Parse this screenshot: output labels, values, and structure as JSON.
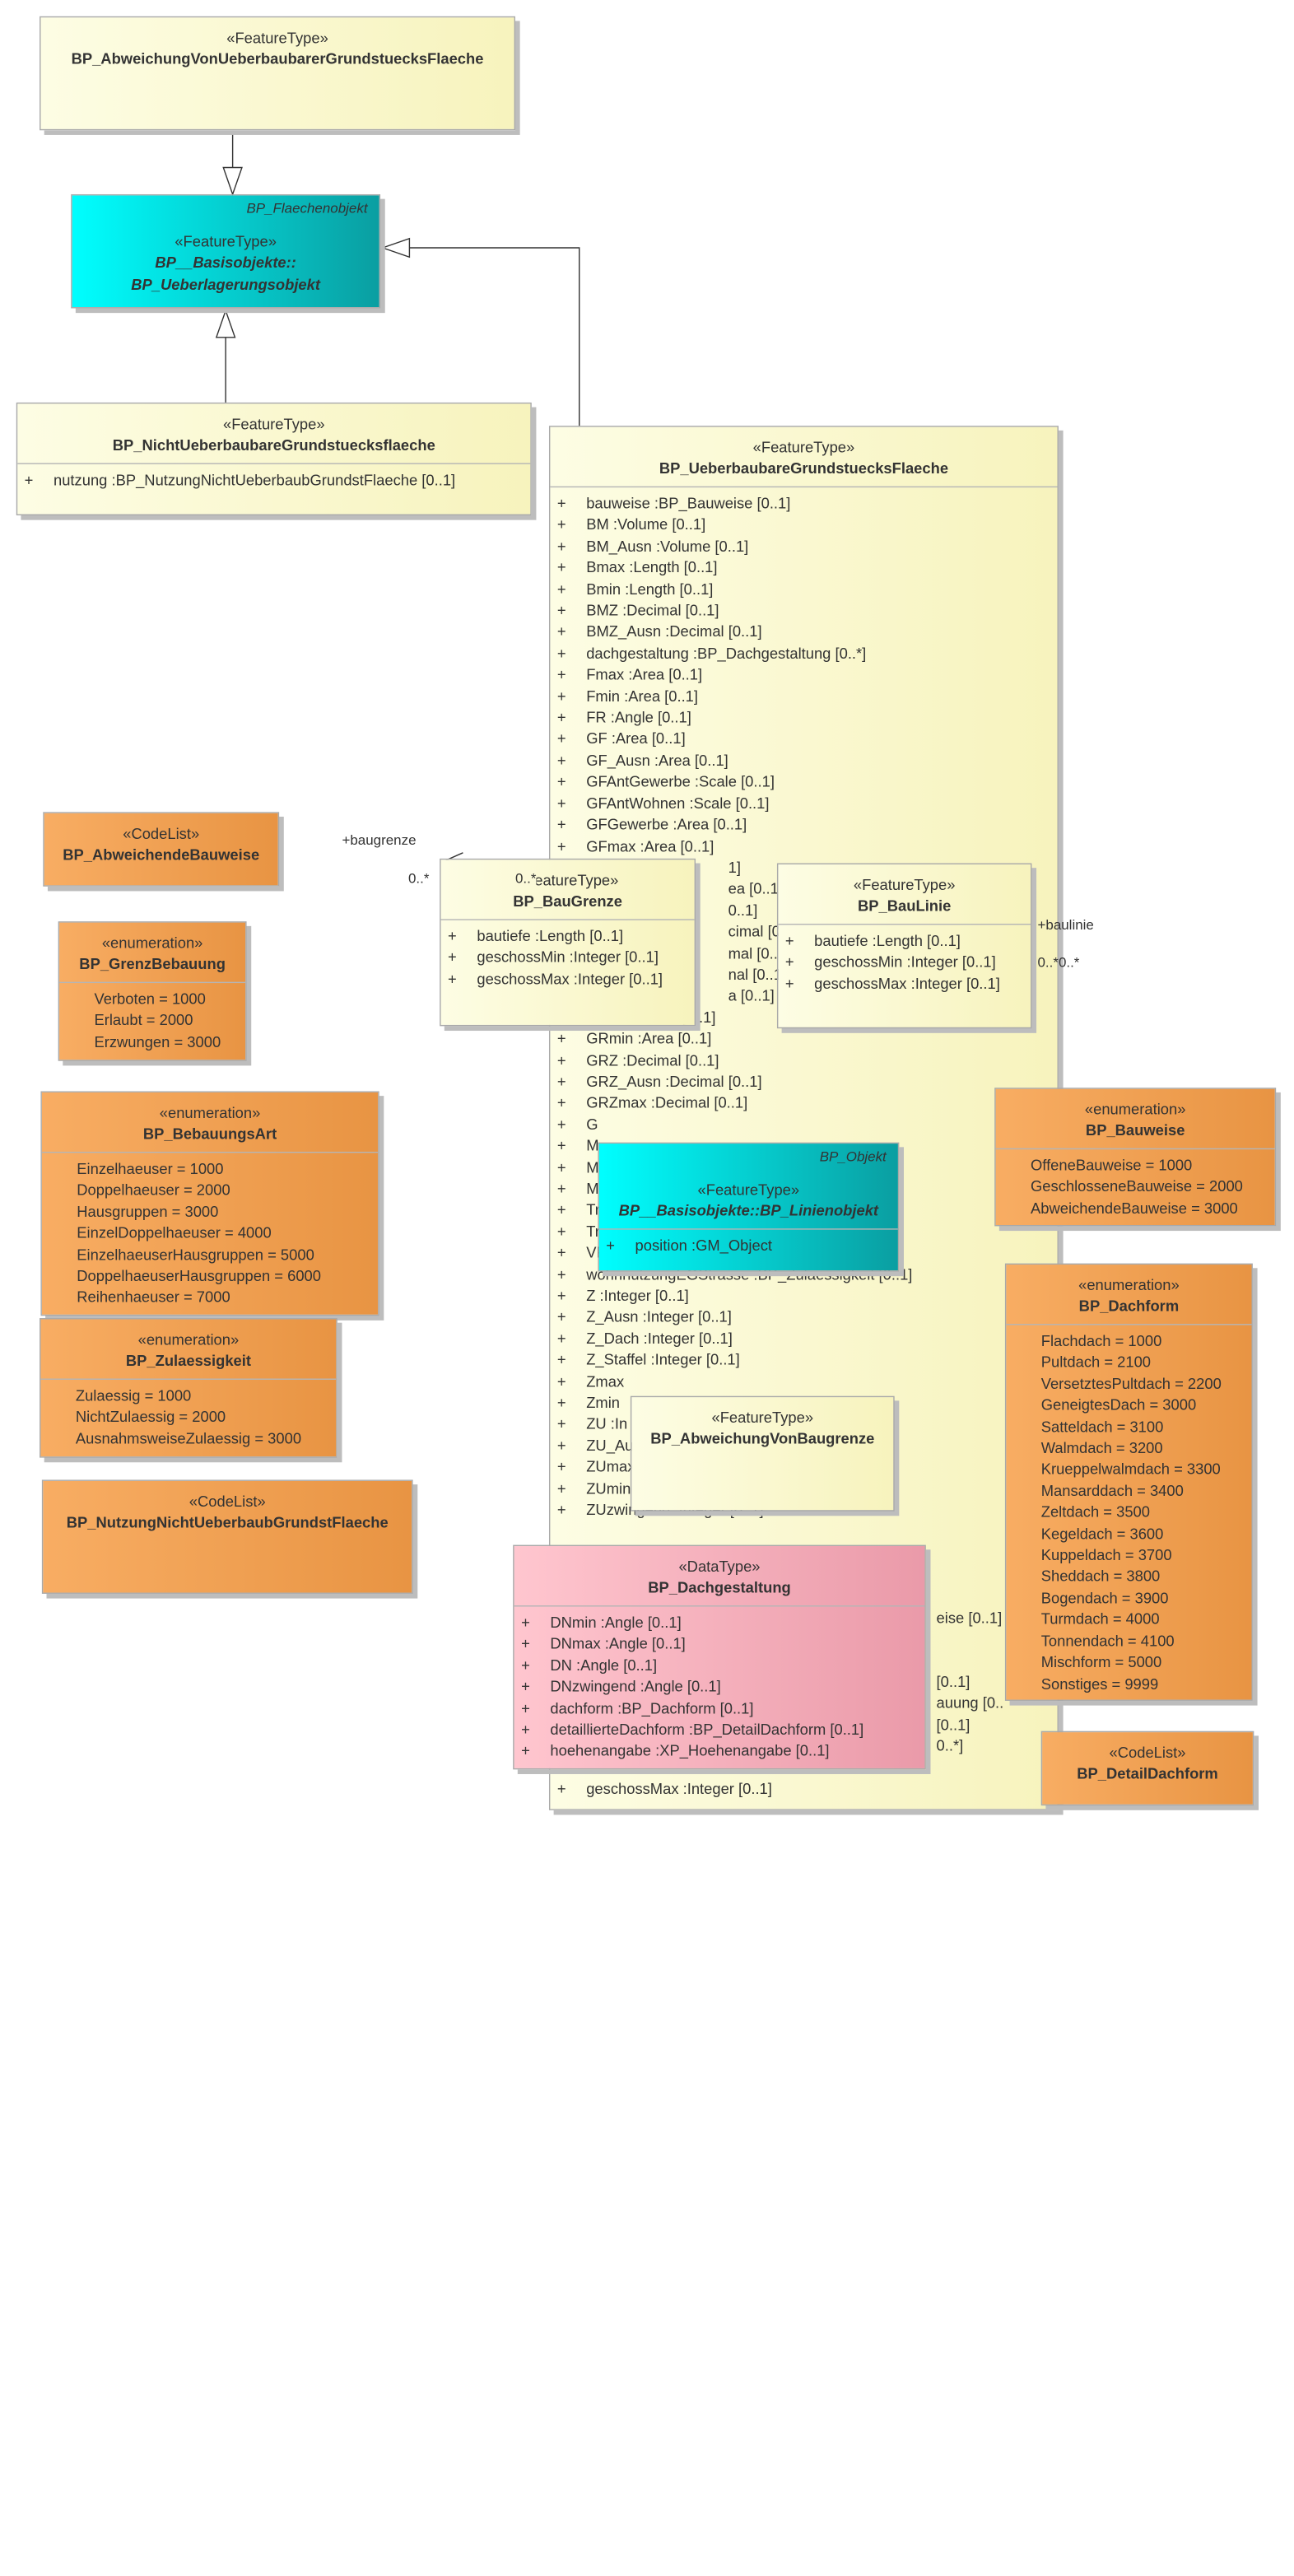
{
  "classes": {
    "abweichung_ueberbaubar": {
      "stereotype": "«FeatureType»",
      "name": "BP_AbweichungVonUeberbaubarerGrundstuecksFlaeche"
    },
    "ueberlagerungsobjekt": {
      "parent": "BP_Flaechenobjekt",
      "stereotype": "«FeatureType»",
      "name_line1": "BP__Basisobjekte::",
      "name_line2": "BP_Ueberlagerungsobjekt"
    },
    "nicht_ueberbaubar": {
      "stereotype": "«FeatureType»",
      "name": "BP_NichtUeberbaubareGrundstuecksflaeche",
      "attributes": [
        {
          "vis": "+",
          "text": "nutzung  :BP_NutzungNichtUeberbaubGrundstFlaeche [0..1]"
        }
      ]
    },
    "ueberbaubar": {
      "stereotype": "«FeatureType»",
      "name": "BP_UeberbaubareGrundstuecksFlaeche",
      "attributes": [
        {
          "vis": "+",
          "text": "bauweise  :BP_Bauweise [0..1]"
        },
        {
          "vis": "+",
          "text": "BM  :Volume [0..1]"
        },
        {
          "vis": "+",
          "text": "BM_Ausn  :Volume [0..1]"
        },
        {
          "vis": "+",
          "text": "Bmax  :Length [0..1]"
        },
        {
          "vis": "+",
          "text": "Bmin  :Length [0..1]"
        },
        {
          "vis": "+",
          "text": "BMZ  :Decimal [0..1]"
        },
        {
          "vis": "+",
          "text": "BMZ_Ausn  :Decimal [0..1]"
        },
        {
          "vis": "+",
          "text": "dachgestaltung  :BP_Dachgestaltung [0..*]"
        },
        {
          "vis": "+",
          "text": "Fmax  :Area [0..1]"
        },
        {
          "vis": "+",
          "text": "Fmin  :Area [0..1]"
        },
        {
          "vis": "+",
          "text": "FR  :Angle [0..1]"
        },
        {
          "vis": "+",
          "text": "GF  :Area [0..1]"
        },
        {
          "vis": "+",
          "text": "GF_Ausn  :Area [0..1]"
        },
        {
          "vis": "+",
          "text": "GFAntGewerbe  :Scale [0..1]"
        },
        {
          "vis": "+",
          "text": "GFAntWohnen  :Scale [0..1]"
        },
        {
          "vis": "+",
          "text": "GFGewerbe  :Area [0..1]"
        },
        {
          "vis": "+",
          "text": "GFmax  :Area [0..1]"
        },
        {
          "vis": "",
          "text": "1]"
        },
        {
          "vis": "",
          "text": "ea [0..1]"
        },
        {
          "vis": "",
          "text": "0..1]"
        },
        {
          "vis": "",
          "text": "cimal [0..1]"
        },
        {
          "vis": "",
          "text": "mal [0..1]"
        },
        {
          "vis": "",
          "text": "nal [0..1]"
        },
        {
          "vis": "",
          "text": ""
        },
        {
          "vis": "",
          "text": "a [0..1]"
        },
        {
          "vis": "+",
          "text": "GRmax  :Area [0..1]"
        },
        {
          "vis": "+",
          "text": "GRmin  :Area [0..1]"
        },
        {
          "vis": "+",
          "text": "GRZ  :Decimal [0..1]"
        },
        {
          "vis": "+",
          "text": "GRZ_Ausn  :Decimal [0..1]"
        },
        {
          "vis": "+",
          "text": "GRZmax  :Decimal [0..1]"
        },
        {
          "vis": "+",
          "text": "G"
        },
        {
          "vis": "+",
          "text": "M"
        },
        {
          "vis": "+",
          "text": "M"
        },
        {
          "vis": "+",
          "text": "M"
        },
        {
          "vis": "+",
          "text": "Tr"
        },
        {
          "vis": "+",
          "text": "Tr"
        },
        {
          "vis": "+",
          "text": "VF  :Area [0..1]"
        },
        {
          "vis": "+",
          "text": "wohnnutzungEGStrasse  :BP_Zulaessigkeit [0..1]"
        },
        {
          "vis": "+",
          "text": "Z  :Integer [0..1]"
        },
        {
          "vis": "+",
          "text": "Z_Ausn  :Integer [0..1]"
        },
        {
          "vis": "+",
          "text": "Z_Dach  :Integer [0..1]"
        },
        {
          "vis": "+",
          "text": "Z_Staffel  :Integer [0..1]"
        },
        {
          "vis": "+",
          "text": "Zmax"
        },
        {
          "vis": "+",
          "text": "Zmin"
        },
        {
          "vis": "+",
          "text": "ZU  :In"
        },
        {
          "vis": "+",
          "text": "ZU_Au"
        },
        {
          "vis": "+",
          "text": "ZUmax"
        },
        {
          "vis": "+",
          "text": "ZUmin"
        },
        {
          "vis": "+",
          "text": "ZUzwingend  :Integer [0..1]"
        }
      ],
      "tail_fragments": [
        "eise [0..1]",
        "[0..1]",
        "auung [0..",
        "[0..1]",
        "0..*]"
      ],
      "last_attribute": {
        "vis": "+",
        "text": "geschossMax  :Integer [0..1]"
      }
    },
    "abweichende_bauweise": {
      "stereotype": "«CodeList»",
      "name": "BP_AbweichendeBauweise"
    },
    "grenzbebauung": {
      "stereotype": "«enumeration»",
      "name": "BP_GrenzBebauung",
      "literals": [
        "Verboten = 1000",
        "Erlaubt = 2000",
        "Erzwungen = 3000"
      ]
    },
    "bebauungsart": {
      "stereotype": "«enumeration»",
      "name": "BP_BebauungsArt",
      "literals": [
        "Einzelhaeuser = 1000",
        "Doppelhaeuser = 2000",
        "Hausgruppen = 3000",
        "EinzelDoppelhaeuser = 4000",
        "EinzelhaeuserHausgruppen = 5000",
        "DoppelhaeuserHausgruppen = 6000",
        "Reihenhaeuser = 7000"
      ]
    },
    "zulaessigkeit": {
      "stereotype": "«enumeration»",
      "name": "BP_Zulaessigkeit",
      "literals": [
        "Zulaessig = 1000",
        "NichtZulaessig = 2000",
        "AusnahmsweiseZulaessig = 3000"
      ]
    },
    "nutzung_codelist": {
      "stereotype": "«CodeList»",
      "name": "BP_NutzungNichtUeberbaubGrundstFlaeche"
    },
    "baugrenze": {
      "stereotype": "«FeatureType»",
      "name": "BP_BauGrenze",
      "attributes": [
        {
          "vis": "+",
          "text": "bautiefe  :Length [0..1]"
        },
        {
          "vis": "+",
          "text": "geschossMin  :Integer [0..1]"
        },
        {
          "vis": "+",
          "text": "geschossMax  :Integer [0..1]"
        }
      ]
    },
    "baulinie": {
      "stereotype": "«FeatureType»",
      "name": "BP_BauLinie",
      "attributes": [
        {
          "vis": "+",
          "text": "bautiefe  :Length [0..1]"
        },
        {
          "vis": "+",
          "text": "geschossMin  :Integer [0..1]"
        },
        {
          "vis": "+",
          "text": "geschossMax  :Integer [0..1]"
        }
      ]
    },
    "linienobjekt": {
      "parent": "BP_Objekt",
      "stereotype": "«FeatureType»",
      "name": "BP__Basisobjekte::BP_Linienobjekt",
      "attributes": [
        {
          "vis": "+",
          "text": "position  :GM_Object"
        }
      ]
    },
    "abweichung_baugrenze": {
      "stereotype": "«FeatureType»",
      "name": "BP_AbweichungVonBaugrenze"
    },
    "dachgestaltung": {
      "stereotype": "«DataType»",
      "name": "BP_Dachgestaltung",
      "attributes": [
        {
          "vis": "+",
          "text": "DNmin  :Angle [0..1]"
        },
        {
          "vis": "+",
          "text": "DNmax  :Angle [0..1]"
        },
        {
          "vis": "+",
          "text": "DN  :Angle [0..1]"
        },
        {
          "vis": "+",
          "text": "DNzwingend  :Angle [0..1]"
        },
        {
          "vis": "+",
          "text": "dachform  :BP_Dachform [0..1]"
        },
        {
          "vis": "+",
          "text": "detaillierteDachform  :BP_DetailDachform [0..1]"
        },
        {
          "vis": "+",
          "text": "hoehenangabe  :XP_Hoehenangabe [0..1]"
        }
      ]
    },
    "bauweise": {
      "stereotype": "«enumeration»",
      "name": "BP_Bauweise",
      "literals": [
        "OffeneBauweise = 1000",
        "GeschlosseneBauweise = 2000",
        "AbweichendeBauweise = 3000"
      ]
    },
    "dachform": {
      "stereotype": "«enumeration»",
      "name": "BP_Dachform",
      "literals": [
        "Flachdach = 1000",
        "Pultdach = 2100",
        "VersetztesPultdach = 2200",
        "GeneigtesDach = 3000",
        "Satteldach = 3100",
        "Walmdach = 3200",
        "Krueppelwalmdach = 3300",
        "Mansarddach = 3400",
        "Zeltdach = 3500",
        "Kegeldach = 3600",
        "Kuppeldach = 3700",
        "Sheddach = 3800",
        "Bogendach = 3900",
        "Turmdach = 4000",
        "Tonnendach = 4100",
        "Mischform = 5000",
        "Sonstiges = 9999"
      ]
    },
    "detaildachform": {
      "stereotype": "«CodeList»",
      "name": "BP_DetailDachform"
    }
  },
  "labels": {
    "baugrenze_role": "+baugrenze",
    "baugrenze_mult": "0..*",
    "baugrenze_overlap": "0..*",
    "baulinie_role": "+baulinie",
    "baulinie_mult": "0..*0..*"
  },
  "colors": {
    "feature": "#f7f3bd",
    "basis": "#00c8cc",
    "enum": "#f1a050",
    "datatype": "#f5aebb"
  }
}
